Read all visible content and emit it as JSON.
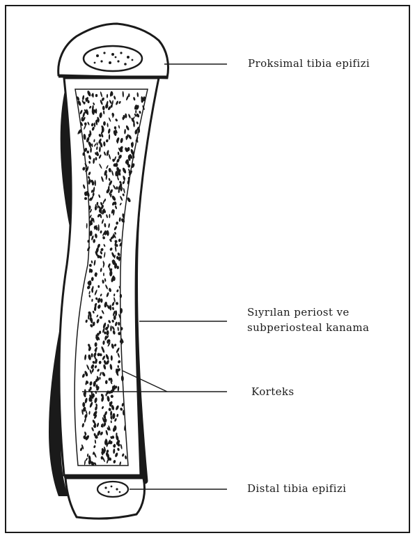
{
  "labels": {
    "proximal": "Proksimal tibia epifizi",
    "periost_line1": "Sıyrılan periost ve",
    "periost_line2": "subperiosteal kanama",
    "korteks": "Korteks",
    "distal": "Distal tibia epifizi"
  },
  "colors": {
    "ink": "#1a1a1a",
    "paper": "#ffffff"
  }
}
